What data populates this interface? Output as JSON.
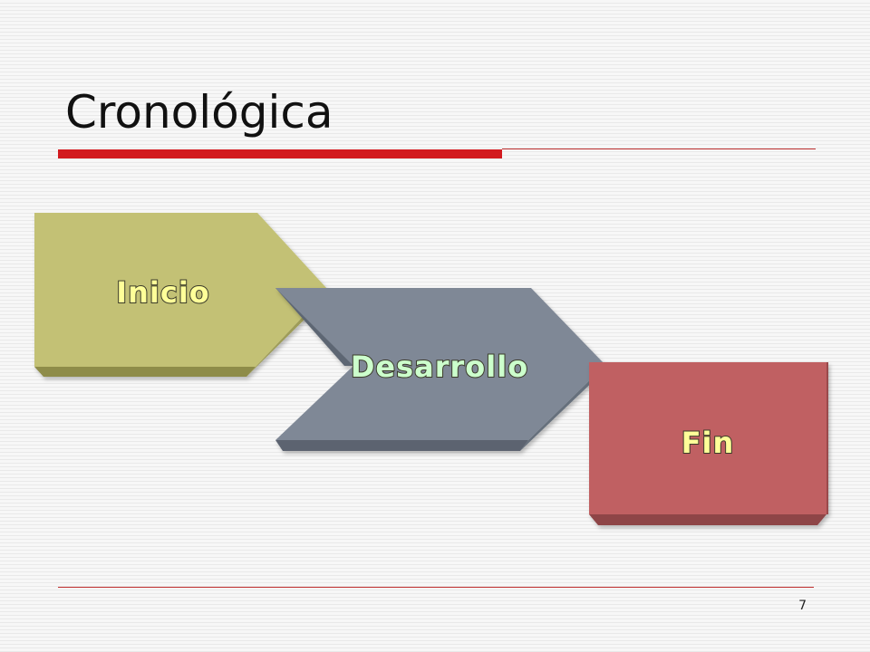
{
  "slide": {
    "title": "Cronológica",
    "page_number": "7",
    "accent_color": "#d21a1f"
  },
  "diagram": {
    "stages": [
      {
        "label": "Inicio",
        "face_color": "#c3c175",
        "label_color": "#ffff99"
      },
      {
        "label": "Desarrollo",
        "face_color": "#7f8896",
        "label_color": "#ccffcc"
      },
      {
        "label": "Fin",
        "face_color": "#c06062",
        "label_color": "#ffff99"
      }
    ]
  }
}
